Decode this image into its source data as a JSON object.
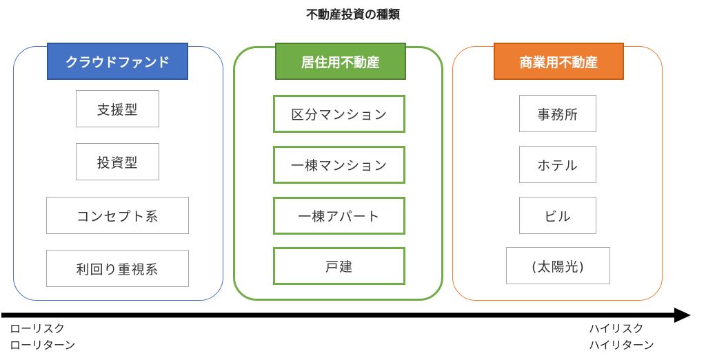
{
  "title": "不動産投資の種類",
  "groups": [
    {
      "header": "クラウドファンド",
      "header_color": "#4472c4",
      "border_color": "#4472c4",
      "items": [
        "支援型",
        "投資型",
        "コンセプト系",
        "利回り重視系"
      ]
    },
    {
      "header": "居住用不動産",
      "header_color": "#70ad47",
      "border_color": "#70ad47",
      "items": [
        "区分マンション",
        "一棟マンション",
        "一棟アパート",
        "戸建"
      ]
    },
    {
      "header": "商業用不動産",
      "header_color": "#ed7d31",
      "border_color": "#ed7d31",
      "items": [
        "事務所",
        "ホテル",
        "ビル",
        "(太陽光)"
      ]
    }
  ],
  "axis": {
    "left_line1": "ローリスク",
    "left_line2": "ローリターン",
    "right_line1": "ハイリスク",
    "right_line2": "ハイリターン"
  }
}
